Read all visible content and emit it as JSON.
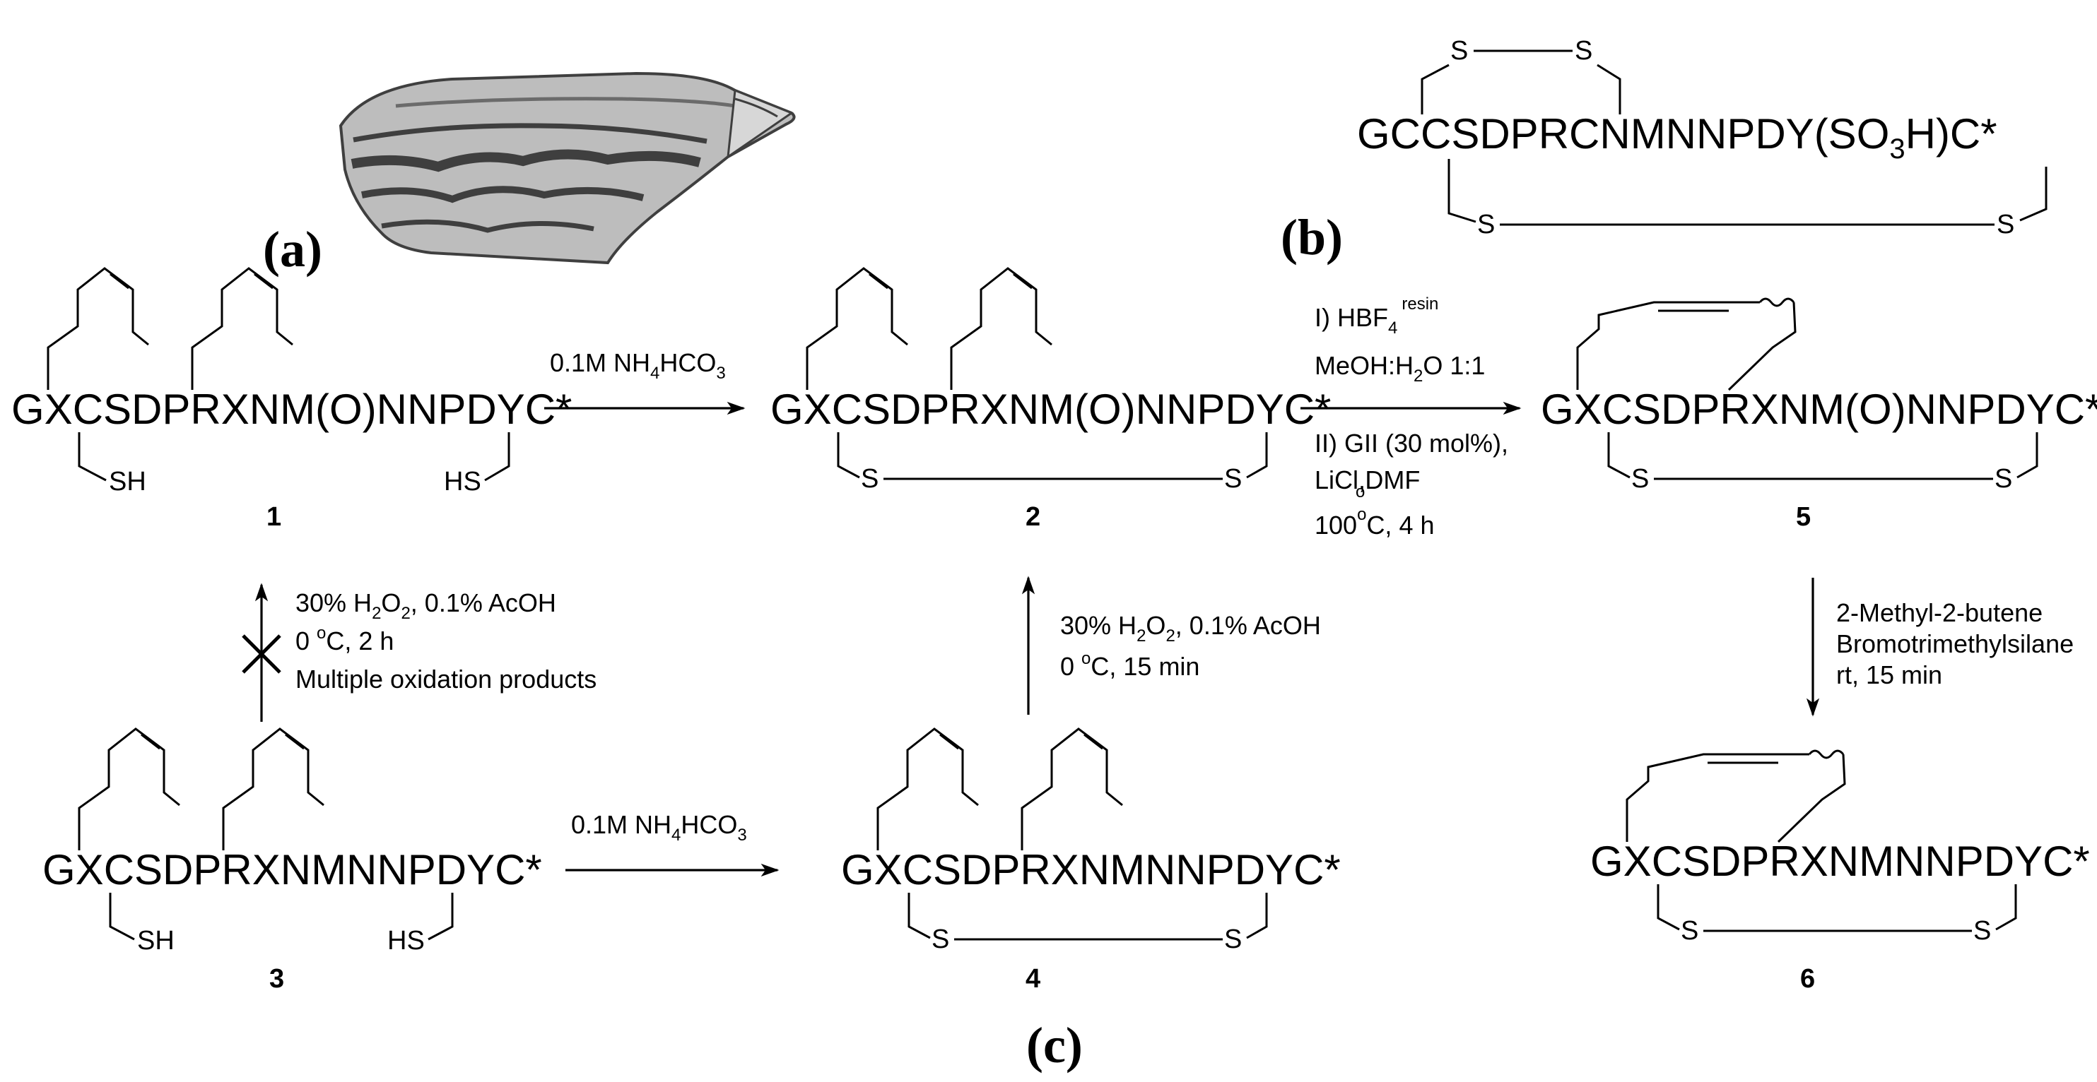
{
  "labels": {
    "a": "(a)",
    "b": "(b)",
    "c": "(c)"
  },
  "colors": {
    "ink": "#000000",
    "shell_dark": "#3f3f3f",
    "shell_light": "#bdbdbd"
  },
  "panel_b": {
    "seq_main": "GCCSDPRCNMNNPDY(SO",
    "seq_sub": "3",
    "seq_end": "H)C*",
    "s1": "S",
    "s2": "S",
    "s3": "S",
    "s4": "S"
  },
  "compounds": {
    "c1": {
      "seq": "GXCSDPRXNM(O)NNPDYC*",
      "sh_left": "SH",
      "sh_right": "HS",
      "number": "1"
    },
    "c2": {
      "seq": "GXCSDPRXNM(O)NNPDYC*",
      "s_left": "S",
      "s_right": "S",
      "number": "2"
    },
    "c5": {
      "seq": "GXCSDPRXNM(O)NNPDYC*",
      "s_left": "S",
      "s_right": "S",
      "number": "5"
    },
    "c3": {
      "seq": "GXCSDPRXNMNNPDYC*",
      "sh_left": "SH",
      "sh_right": "HS",
      "number": "3"
    },
    "c4": {
      "seq": "GXCSDPRXNMNNPDYC*",
      "s_left": "S",
      "s_right": "S",
      "number": "4"
    },
    "c6": {
      "seq": "GXCSDPRXNMNNPDYC*",
      "s_left": "S",
      "s_right": "S",
      "number": "6"
    }
  },
  "conditions": {
    "r12": {
      "pre": "0.1M NH",
      "sub1": "4",
      "mid": "HCO",
      "sub2": "3"
    },
    "r34": {
      "pre": "0.1M NH",
      "sub1": "4",
      "mid": "HCO",
      "sub2": "3"
    },
    "r25": {
      "l1_pre": "I) HBF",
      "l1_sub": "4",
      "l1_sup": "resin",
      "l2_pre": "MeOH:H",
      "l2_sub": "2",
      "l2_post": "O 1:1",
      "l3": "II) GII (30 mol%),",
      "l4_pre": "LiCl,",
      "l4_sup": "o",
      "l4_post": "DMF",
      "l5_pre": "100",
      "l5_post": "C, 4 h"
    },
    "r31": {
      "l1_pre": "30% H",
      "l1_sub1": "2",
      "l1_mid": "O",
      "l1_sub2": "2",
      "l1_post": ", 0.1% AcOH",
      "l2_pre": "0 ",
      "l2_sup": "o",
      "l2_post": "C, 2 h",
      "l3": "Multiple oxidation products"
    },
    "r42": {
      "l1_pre": "30% H",
      "l1_sub1": "2",
      "l1_mid": "O",
      "l1_sub2": "2",
      "l1_post": ", 0.1% AcOH",
      "l2_pre": "0 ",
      "l2_sup": "o",
      "l2_post": "C, 15 min"
    },
    "r56": {
      "l1": "2-Methyl-2-butene",
      "l2": "Bromotrimethylsilane",
      "l3": "rt, 15 min"
    }
  }
}
